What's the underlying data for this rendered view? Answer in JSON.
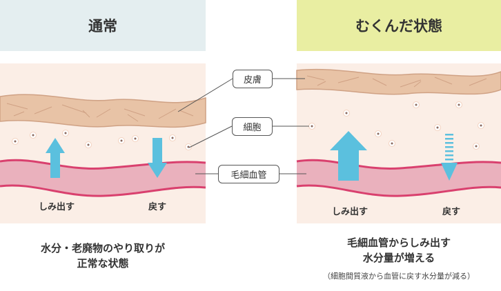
{
  "headers": {
    "normal": "通常",
    "swollen": "むくんだ状態"
  },
  "callouts": {
    "skin": "皮膚",
    "cell": "細胞",
    "capillary": "毛細血管"
  },
  "arrow_labels": {
    "normal_seep": "しみ出す",
    "normal_return": "戻す",
    "swollen_seep": "しみ出す",
    "swollen_return": "戻す"
  },
  "captions": {
    "normal_line1": "水分・老廃物のやり取りが",
    "normal_line2": "正常な状態",
    "swollen_line1": "毛細血管からしみ出す",
    "swollen_line2": "水分量が増える",
    "swollen_note": "（細胞間質液から血管に戻す水分量が減る）"
  },
  "colors": {
    "header_normal": "#e4eef0",
    "header_swollen": "#e9eea2",
    "skin_fill": "#e8c3a6",
    "skin_line": "#cfa184",
    "panel_bg": "#fbeee6",
    "vessel_fill": "#eab1bd",
    "vessel_line": "#d9406e",
    "arrow": "#5bc0de"
  }
}
